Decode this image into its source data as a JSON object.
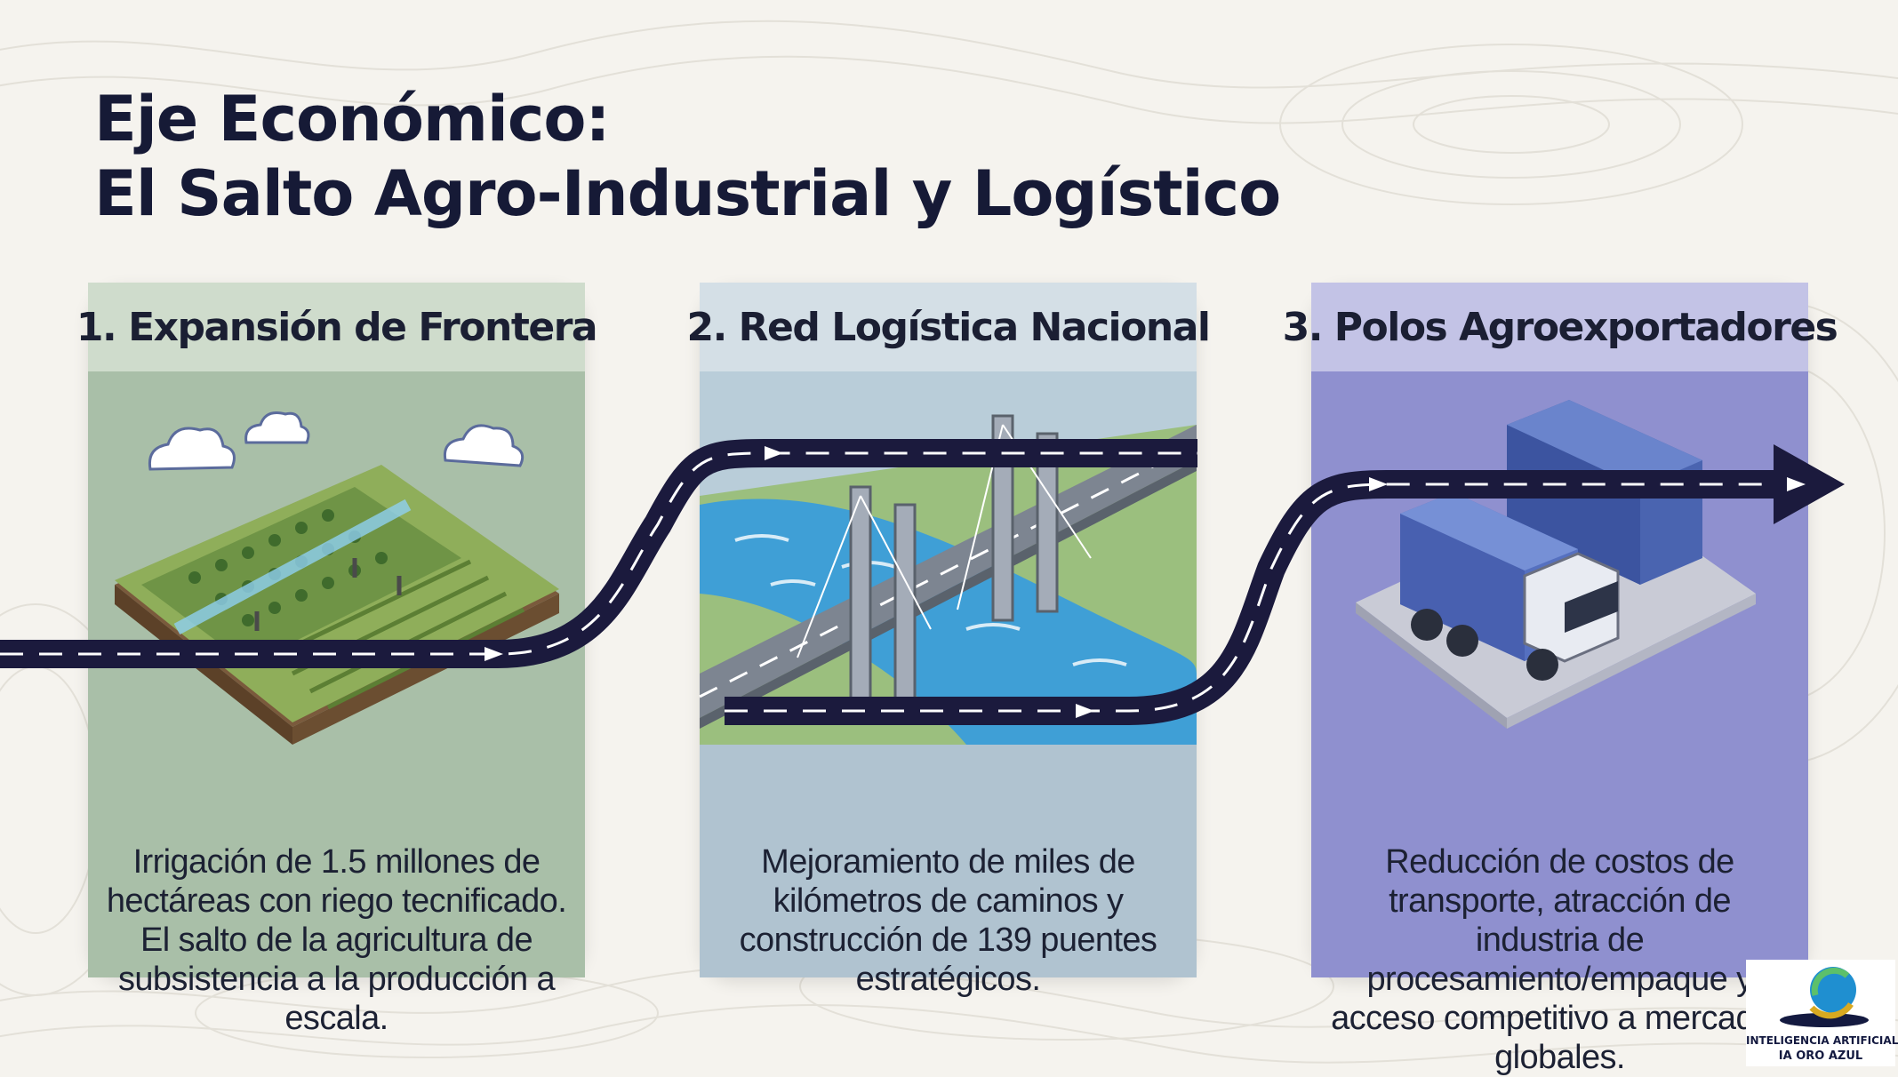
{
  "title": {
    "line1": "Eje Económico:",
    "line2": "El Salto Agro-Industrial y Logístico"
  },
  "cards": [
    {
      "header": "1. Expansión de Frontera",
      "text": "Irrigación de 1.5 millones de hectáreas con riego tecnificado. El salto de la agricultura de subsistencia a la producción a escala.",
      "illustration": "irrigated-farmland-icon",
      "header_color": "#cfdccc",
      "body_color": "#a9bfa8"
    },
    {
      "header": "2. Red Logística Nacional",
      "text": "Mejoramiento de miles de kilómetros de caminos y construcción de 139 puentes estratégicos.",
      "illustration": "bridge-over-river-icon",
      "header_color": "#d4dfe6",
      "body_color": "#b0c3d0"
    },
    {
      "header": "3. Polos Agroexportadores",
      "text": "Reducción de costos de transporte, atracción de industria de procesamiento/empaque y acceso competitivo a mercados globales.",
      "illustration": "container-truck-icon",
      "header_color": "#c3c3e6",
      "body_color": "#8f90cf"
    }
  ],
  "logo": {
    "line1": "INTELIGENCIA ARTIFICIAL",
    "line2": "IA ORO AZUL"
  },
  "colors": {
    "title": "#161a36",
    "road": "#1b1a3d",
    "road_marking": "#ffffff",
    "background": "#f5f3ee"
  }
}
